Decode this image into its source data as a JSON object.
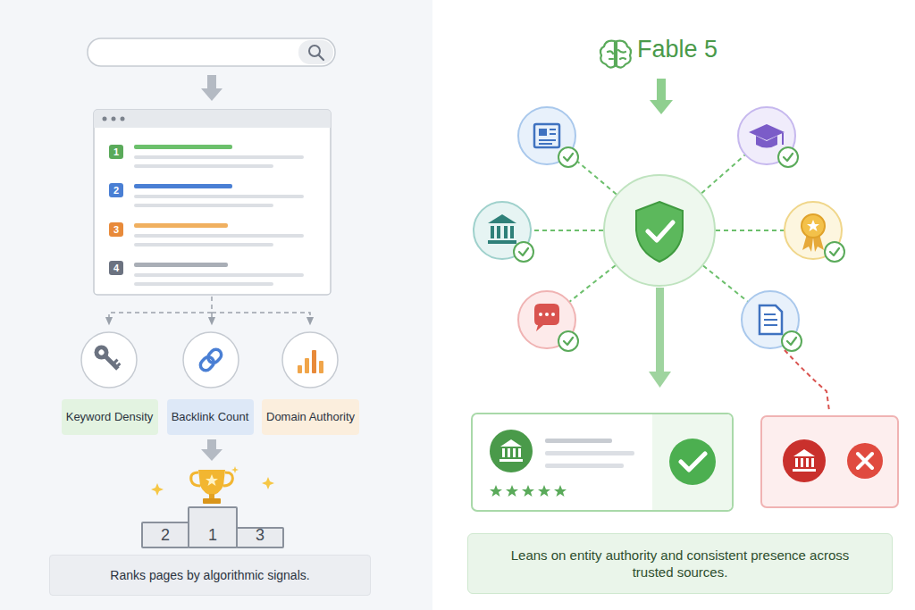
{
  "diagram": {
    "nodes": [
      {
        "text": [
          "1"
        ]
      },
      {
        "text": [
          "2"
        ]
      },
      {
        "text": [
          "3"
        ]
      },
      {
        "text": [
          "4"
        ]
      },
      {
        "text": [
          "Keyword Density"
        ]
      },
      {
        "text": [
          "Backlink Count"
        ]
      },
      {
        "text": [
          "Domain Authority"
        ]
      },
      {
        "text": [
          "2"
        ]
      },
      {
        "text": [
          "1"
        ]
      },
      {
        "text": [
          "3"
        ]
      },
      {
        "text": [
          "Ranks pages by algorithmic signals."
        ]
      },
      {
        "text": [
          "Leans on entity authority and consistent presence across trusted sources."
        ]
      }
    ],
    "labels": [
      "Fable 5"
    ]
  }
}
